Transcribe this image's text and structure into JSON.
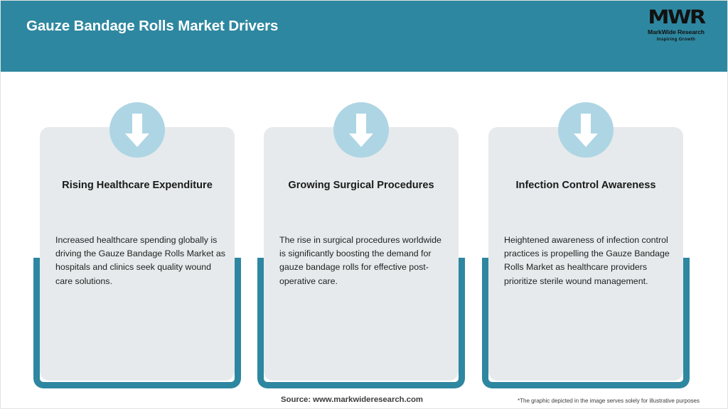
{
  "header": {
    "title": "Gauze Bandage Rolls Market Drivers",
    "background_color": "#2e87a0",
    "logo": {
      "mark": "MWR",
      "name": "MarkWide Research",
      "tagline": "Inspiring Growth"
    }
  },
  "cards": [
    {
      "icon": "down-arrow-icon",
      "title": "Rising Healthcare Expenditure",
      "body": "Increased healthcare spending globally is driving the Gauze Bandage Rolls Market as hospitals and clinics seek quality wound care solutions."
    },
    {
      "icon": "down-arrow-icon",
      "title": "Growing Surgical Procedures",
      "body": "The rise in surgical procedures worldwide is significantly boosting the demand for gauze bandage rolls for effective post-operative care."
    },
    {
      "icon": "down-arrow-icon",
      "title": "Infection Control Awareness",
      "body": "Heightened awareness of infection control practices is propelling the Gauze Bandage Rolls Market as healthcare providers prioritize sterile wound management."
    }
  ],
  "footer": {
    "source": "Source: www.markwideresearch.com",
    "note": "*The graphic depicted in the image serves solely for illustrative purposes"
  },
  "colors": {
    "teal": "#2e87a0",
    "card_background": "#e6eaec",
    "icon_circle": "#aed5e4",
    "arrow": "#ffffff",
    "title_text": "#1b1b1b",
    "body_text": "#1f1f1f",
    "page_background": "#ffffff"
  }
}
